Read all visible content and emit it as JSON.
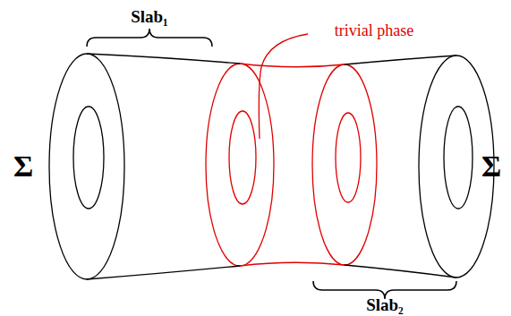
{
  "diagram": {
    "labels": [
      "Slab₁",
      "trivial phase",
      "Σ",
      "Σ",
      "Slab₂"
    ]
  }
}
